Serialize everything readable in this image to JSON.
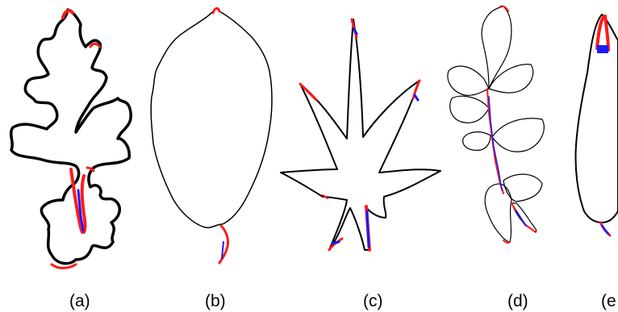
{
  "captions": [
    "(a)",
    "(b)",
    "(c)",
    "(d)",
    "(e"
  ],
  "colors": {
    "outline": "#000000",
    "highlight_red": "#ff1a1a",
    "highlight_blue": "#1a1aff",
    "background": "#ffffff"
  }
}
